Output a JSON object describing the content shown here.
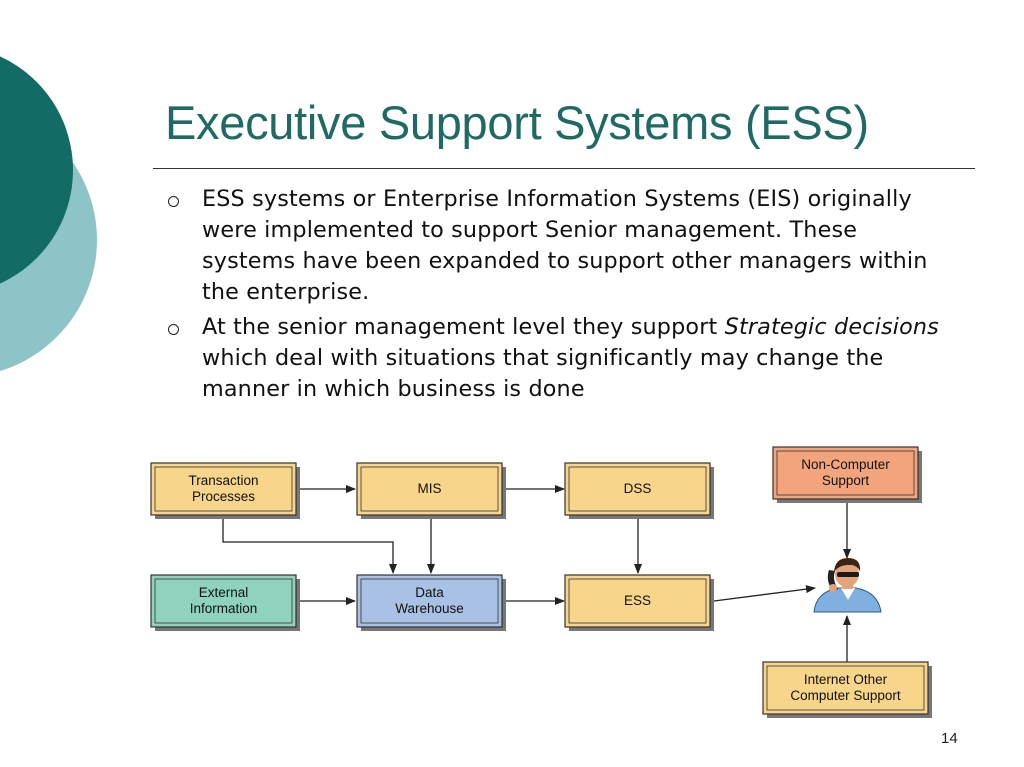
{
  "slide": {
    "title": "Executive Support Systems (ESS)",
    "page_number": "14",
    "colors": {
      "title": "#1f6b63",
      "deco_dark": "#136b66",
      "deco_light": "#8cc4c7"
    }
  },
  "bullets": [
    {
      "text": "ESS systems or Enterprise Information Systems (EIS) originally were implemented to support Senior management. These systems have been expanded to support other managers within the enterprise."
    },
    {
      "before": "At the senior management level they support ",
      "emphasis": "Strategic decisions",
      "after": " which deal with situations that significantly may change the manner in which business is done"
    }
  ],
  "diagram": {
    "nodes": {
      "tp": {
        "line1": "Transaction",
        "line2": "Processes",
        "color": "#f7d58a"
      },
      "mis": {
        "line1": "MIS",
        "color": "#f7d58a"
      },
      "dss": {
        "line1": "DSS",
        "color": "#f7d58a"
      },
      "ncs": {
        "line1": "Non-Computer",
        "line2": "Support",
        "color": "#f2a57c"
      },
      "ext": {
        "line1": "External",
        "line2": "Information",
        "color": "#8fd2bd"
      },
      "dw": {
        "line1": "Data",
        "line2": "Warehouse",
        "color": "#a9c1e4"
      },
      "ess": {
        "line1": "ESS",
        "color": "#f7d58a"
      },
      "inet": {
        "line1": "Internet Other",
        "line2": "Computer Support",
        "color": "#f7d58a"
      }
    },
    "executive_icon": "executive-on-phone-icon"
  }
}
